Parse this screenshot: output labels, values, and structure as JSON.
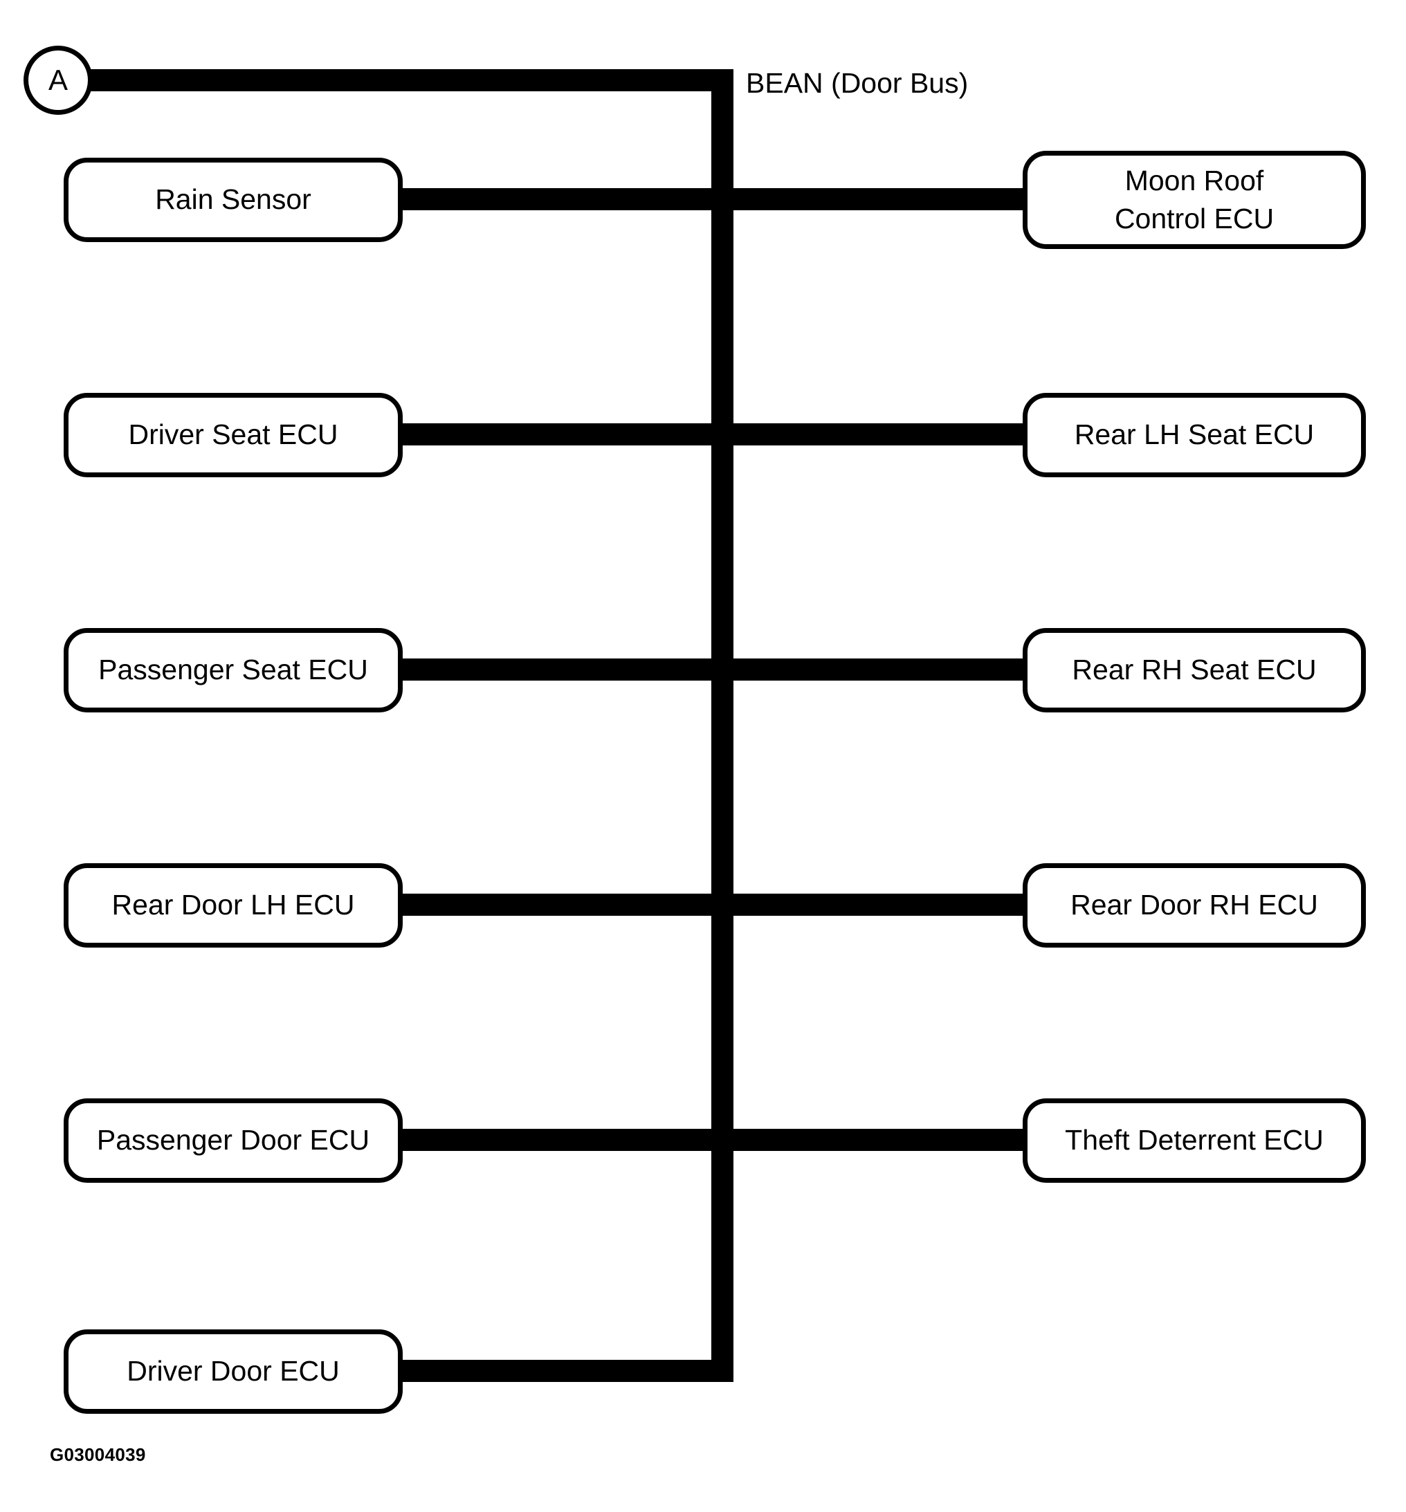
{
  "figure": {
    "code": "G03004039",
    "bus_title": "BEAN (Door Bus)",
    "connector_label": "A"
  },
  "nodes": {
    "left": [
      {
        "id": "rain-sensor",
        "label": "Rain Sensor"
      },
      {
        "id": "driver-seat-ecu",
        "label": "Driver Seat ECU"
      },
      {
        "id": "passenger-seat-ecu",
        "label": "Passenger Seat ECU"
      },
      {
        "id": "rear-door-lh-ecu",
        "label": "Rear Door LH ECU"
      },
      {
        "id": "passenger-door-ecu",
        "label": "Passenger Door ECU"
      },
      {
        "id": "driver-door-ecu",
        "label": "Driver Door ECU"
      }
    ],
    "right": [
      {
        "id": "moon-roof-control-ecu",
        "label": "Moon Roof\nControl ECU"
      },
      {
        "id": "rear-lh-seat-ecu",
        "label": "Rear LH Seat ECU"
      },
      {
        "id": "rear-rh-seat-ecu",
        "label": "Rear RH Seat ECU"
      },
      {
        "id": "rear-door-rh-ecu",
        "label": "Rear Door RH ECU"
      },
      {
        "id": "theft-deterrent-ecu",
        "label": "Theft Deterrent ECU"
      }
    ]
  },
  "colors": {
    "line": "#000000",
    "background": "#ffffff",
    "text": "#000000"
  }
}
